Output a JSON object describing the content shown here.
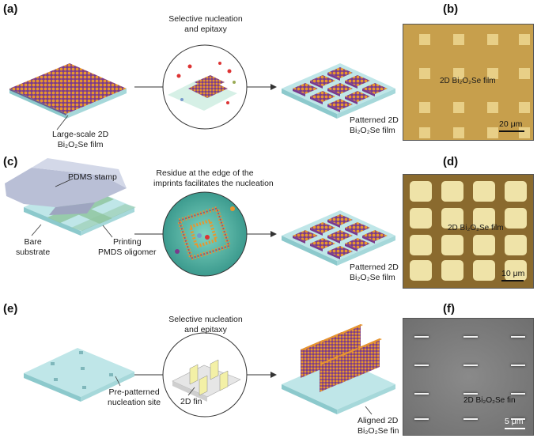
{
  "panels": {
    "a": {
      "label": "(a)",
      "film_caption_line1": "Large-scale 2D",
      "film_caption_line2": "Bi₂O₂Se film",
      "process_title_line1": "Selective nucleation",
      "process_title_line2": "and epitaxy",
      "result_caption_line1": "Patterned 2D",
      "result_caption_line2": "Bi₂O₂Se film"
    },
    "b": {
      "label": "(b)",
      "annotation": "2D Bi₂O₂Se film",
      "scale": "20 μm",
      "background_color": "#c79f4c",
      "square_color": "#e8cf87"
    },
    "c": {
      "label": "(c)",
      "stamp_label": "PDMS stamp",
      "bare_label_line1": "Bare",
      "bare_label_line2": "substrate",
      "print_label_line1": "Printing",
      "print_label_line2": "PMDS oligomer",
      "process_title_line1": "Residue at the edge of the",
      "process_title_line2": "imprints facilitates the nucleation",
      "result_caption_line1": "Patterned 2D",
      "result_caption_line2": "Bi₂O₂Se film"
    },
    "d": {
      "label": "(d)",
      "annotation": "2D Bi₂O₂Se film",
      "scale": "10 μm",
      "background_color": "#8a6a2e",
      "square_color": "#efe3a8"
    },
    "e": {
      "label": "(e)",
      "site_caption_line1": "Pre-patterned",
      "site_caption_line2": "nucleation site",
      "process_title_line1": "Selective nucleation",
      "process_title_line2": "and epitaxy",
      "fin_label": "2D fin",
      "result_caption_line1": "Aligned 2D",
      "result_caption_line2": "Bi₂O₂Se fin"
    },
    "f": {
      "label": "(f)",
      "annotation": "2D Bi₂O₂Se fin",
      "scale": "5 μm",
      "background_color": "#6f6f6f"
    }
  },
  "colors": {
    "substrate": "#bfe6e8",
    "substrate_side": "#8cc9cc",
    "film_orange": "#e08a2a",
    "film_purple": "#7a3a8c",
    "stamp": "#c8cde0",
    "print_green": "#8fc6a0"
  }
}
